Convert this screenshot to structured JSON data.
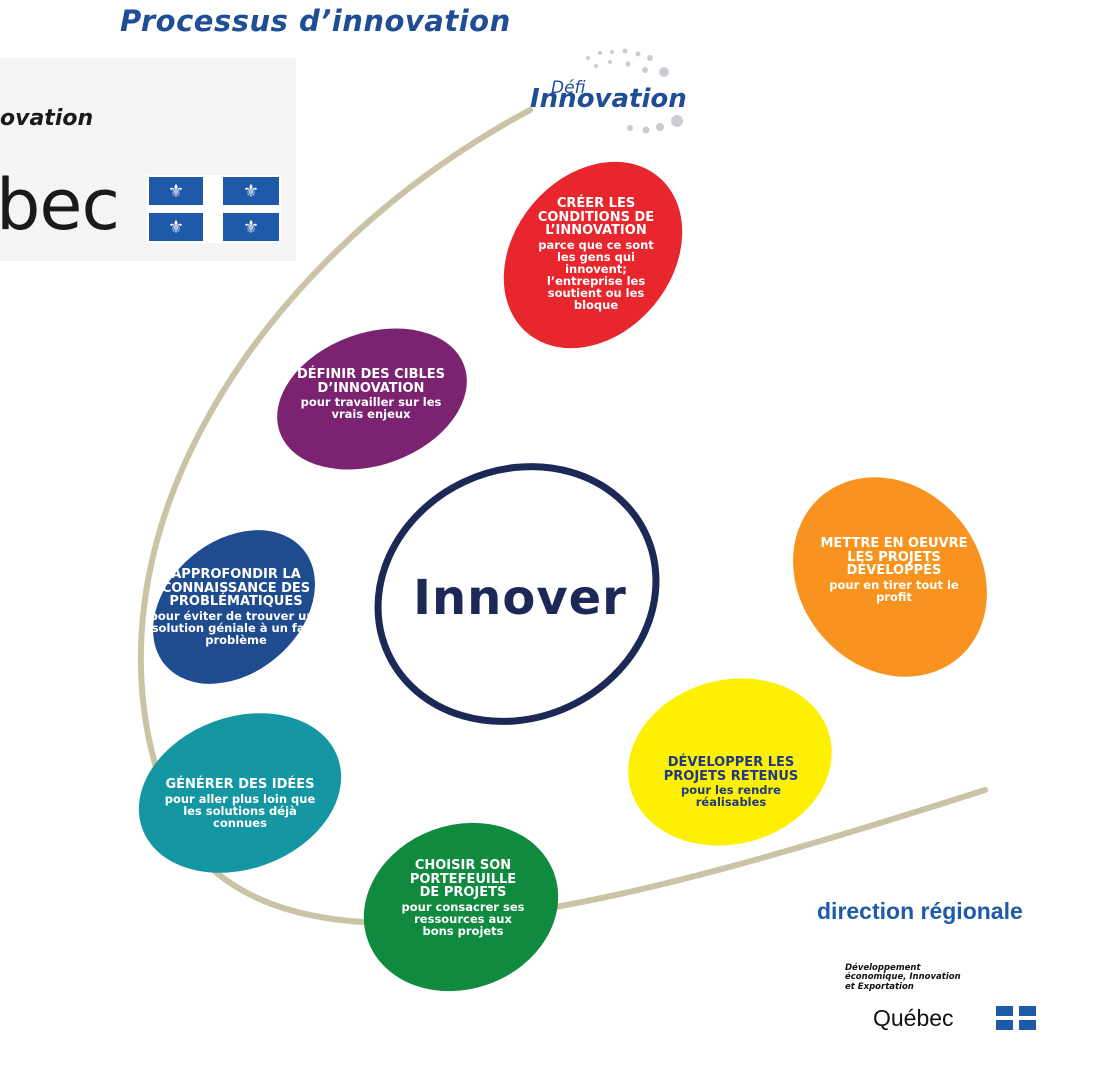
{
  "title": "Processus d’innovation",
  "side_panel": {
    "label": "ovation",
    "word": "bec"
  },
  "logo": {
    "small": "Défi",
    "big": "Innovation"
  },
  "center": {
    "label": "Innover",
    "ring_color": "#1c2855"
  },
  "steps": [
    {
      "heading": "CRÉER LES CONDITIONS DE L’INNOVATION",
      "text": "parce que ce sont les gens qui innovent; l’entreprise les soutient ou les bloque",
      "color": "#e8262d"
    },
    {
      "heading": "DÉFINIR DES CIBLES D’INNOVATION",
      "text": "pour travailler sur les vrais enjeux",
      "color": "#7b2270"
    },
    {
      "heading": "APPROFONDIR LA CONNAISSANCE DES PROBLÉMATIQUES",
      "text": "pour éviter de trouver une solution géniale à un faux problème",
      "color": "#1f4b8f"
    },
    {
      "heading": "GÉNÉRER DES IDÉES",
      "text": "pour aller plus loin que les solutions déjà connues",
      "color": "#1597a3"
    },
    {
      "heading": "CHOISIR SON PORTEFEUILLE DE PROJETS",
      "text": "pour consacrer ses ressources aux bons projets",
      "color": "#0f8a3f"
    },
    {
      "heading": "DÉVELOPPER LES PROJETS RETENUS",
      "text": "pour les rendre réalisables",
      "color": "#fdf000",
      "text_color": "#1f3a80"
    },
    {
      "heading": "METTRE EN OEUVRE LES PROJETS DÉVELOPPÉS",
      "text": "pour en tirer tout le profit",
      "color": "#f7931e"
    }
  ],
  "footer": {
    "region": "direction régionale",
    "ministry_lines": [
      "Développement",
      "économique, Innovation",
      "et Exportation"
    ],
    "quebec": "Québec"
  },
  "colors": {
    "title": "#1f4e96",
    "arc": "#cbc3a6",
    "flag_blue": "#1f5aa8"
  }
}
